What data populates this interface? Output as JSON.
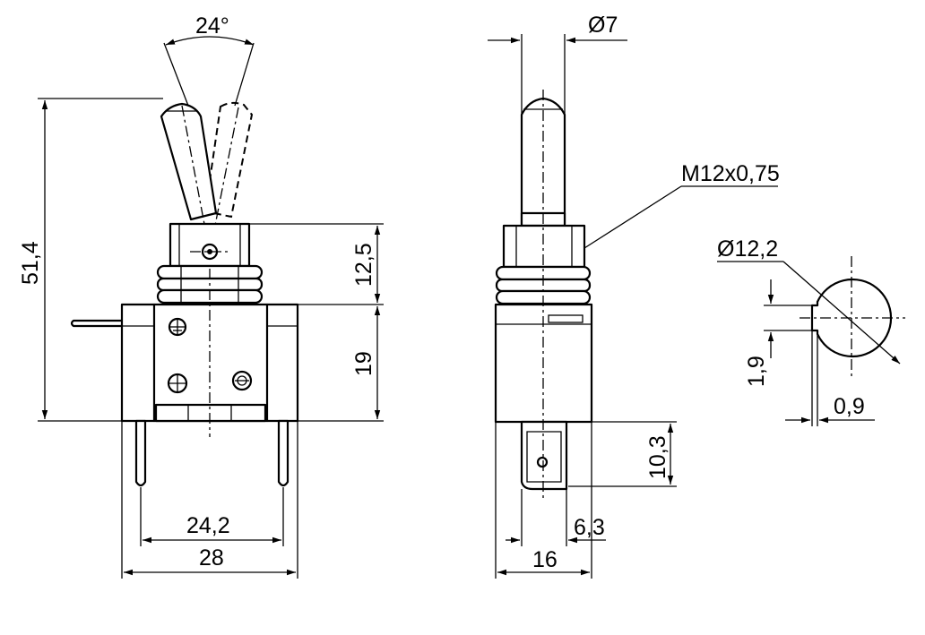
{
  "dimensions": {
    "angle": "24°",
    "height_total": "51,4",
    "bushing_height": "12,5",
    "body_height": "19",
    "pin_spacing": "24,2",
    "body_width": "28",
    "lever_diameter": "Ø7",
    "thread": "M12x0,75",
    "terminal_length": "10,3",
    "terminal_width": "6,3",
    "body_depth": "16",
    "hole_diameter": "Ø12,2",
    "key_height": "1,9",
    "key_depth": "0,9"
  }
}
